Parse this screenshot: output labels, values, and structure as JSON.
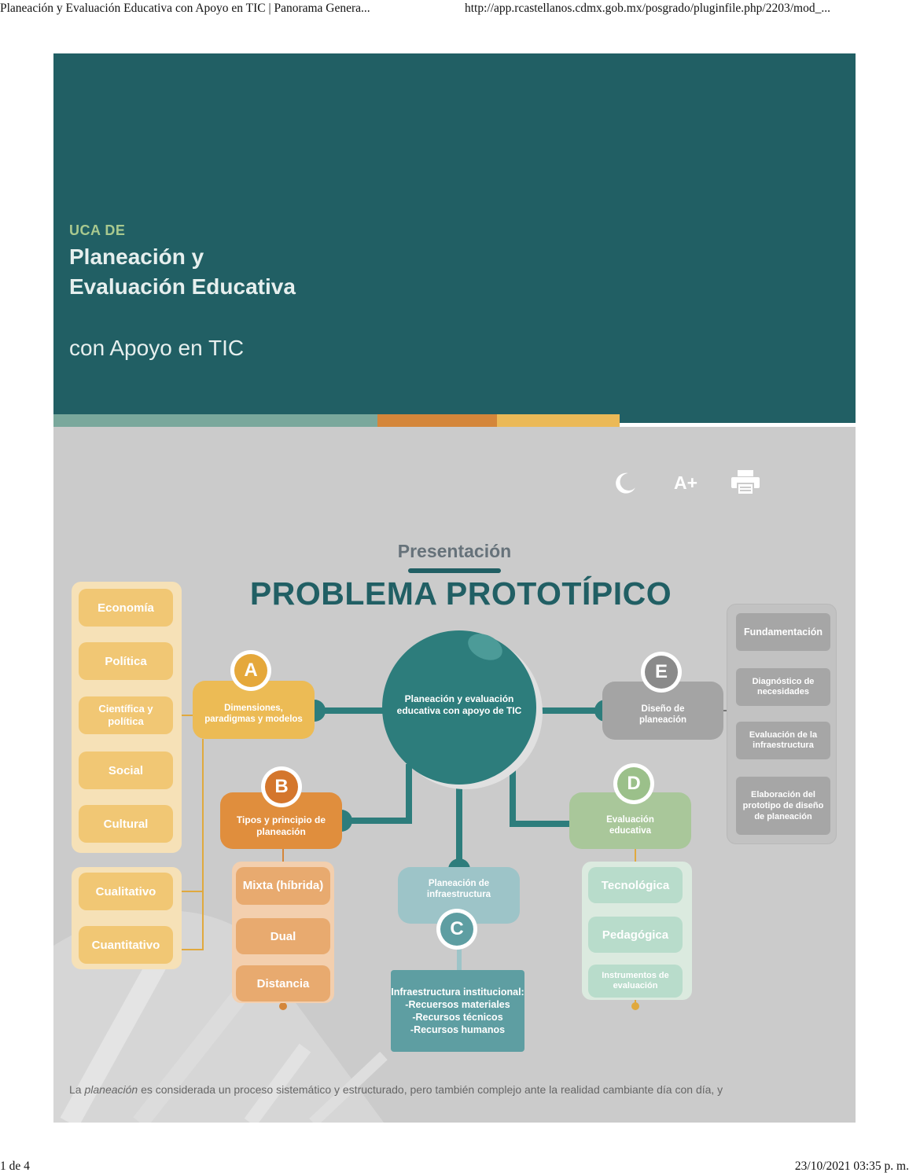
{
  "print": {
    "page_title": "Planeación y Evaluación Educativa con Apoyo en TIC | Panorama Genera...",
    "url": "http://app.rcastellanos.cdmx.gob.mx/posgrado/pluginfile.php/2203/mod_...",
    "page_number": "1 de 4",
    "datetime": "23/10/2021 03:35 p. m."
  },
  "hero": {
    "kicker": "UCA DE",
    "title": "Planeación y Evaluación Educativa",
    "subtitle": "con Apoyo en TIC",
    "background_color": "#215f64",
    "stripe_colors": [
      "#7aa89c",
      "#d4863a",
      "#ebb957"
    ]
  },
  "toolbar": {
    "night_mode_icon": "moon-icon",
    "font_size_label": "A+",
    "print_icon": "printer-icon"
  },
  "presentation": {
    "label": "Presentación",
    "title": "PROBLEMA PROTOTÍPICO"
  },
  "diagram": {
    "center": "Planeación y evaluación educativa con apoyo de TIC",
    "A": {
      "letter": "A",
      "label": "Dimensiones, paradigmas y modelos",
      "dimensions": [
        "Economía",
        "Política",
        "Científica y política",
        "Social",
        "Cultural"
      ],
      "approaches": [
        "Cualitativo",
        "Cuantitativo"
      ]
    },
    "B": {
      "letter": "B",
      "label": "Tipos y principio de planeación",
      "items": [
        "Mixta (híbrida)",
        "Dual",
        "Distancia"
      ]
    },
    "C": {
      "letter": "C",
      "label": "Planeación de infraestructura",
      "detail": [
        "Infraestructura institucional:",
        "-Recuersos materiales",
        "-Recursos técnicos",
        "-Recursos humanos"
      ]
    },
    "D": {
      "letter": "D",
      "label": "Evaluación educativa",
      "items": [
        "Tecnológica",
        "Pedagógica",
        "Instrumentos de evaluación"
      ]
    },
    "E": {
      "letter": "E",
      "label": "Diseño de planeación",
      "items": [
        "Fundamentación",
        "Diagnóstico de necesidades",
        "Evaluación de la infraestructura",
        "Elaboración del prototipo de diseño de planeación"
      ]
    }
  },
  "body_text": {
    "before": "La ",
    "emphasis": "planeación",
    "after": " es considerada un proceso sistemático y estructurado, pero también complejo ante la realidad cambiante día con día, y"
  }
}
